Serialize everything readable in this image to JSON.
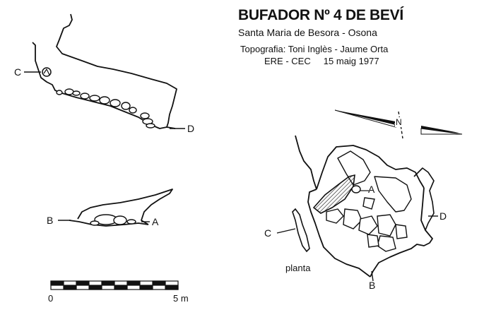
{
  "header": {
    "title": "BUFADOR Nº 4 DE BEVÍ",
    "location": "Santa Maria de Besora - Osona",
    "survey": "Topografia: Toni Inglès - Jaume Orta",
    "club_date": "ERE - CEC     15 maig 1977"
  },
  "sections": {
    "profile_cd": {
      "start_label": "C",
      "end_label": "D"
    },
    "profile_ab": {
      "start_label": "B",
      "end_label": "A"
    }
  },
  "plan": {
    "label": "planta",
    "points": {
      "a": "A",
      "b": "B",
      "c": "C",
      "d": "D"
    },
    "north_label": "N"
  },
  "scale_bar": {
    "start_label": "0",
    "end_label": "5 m",
    "segments": 10
  }
}
